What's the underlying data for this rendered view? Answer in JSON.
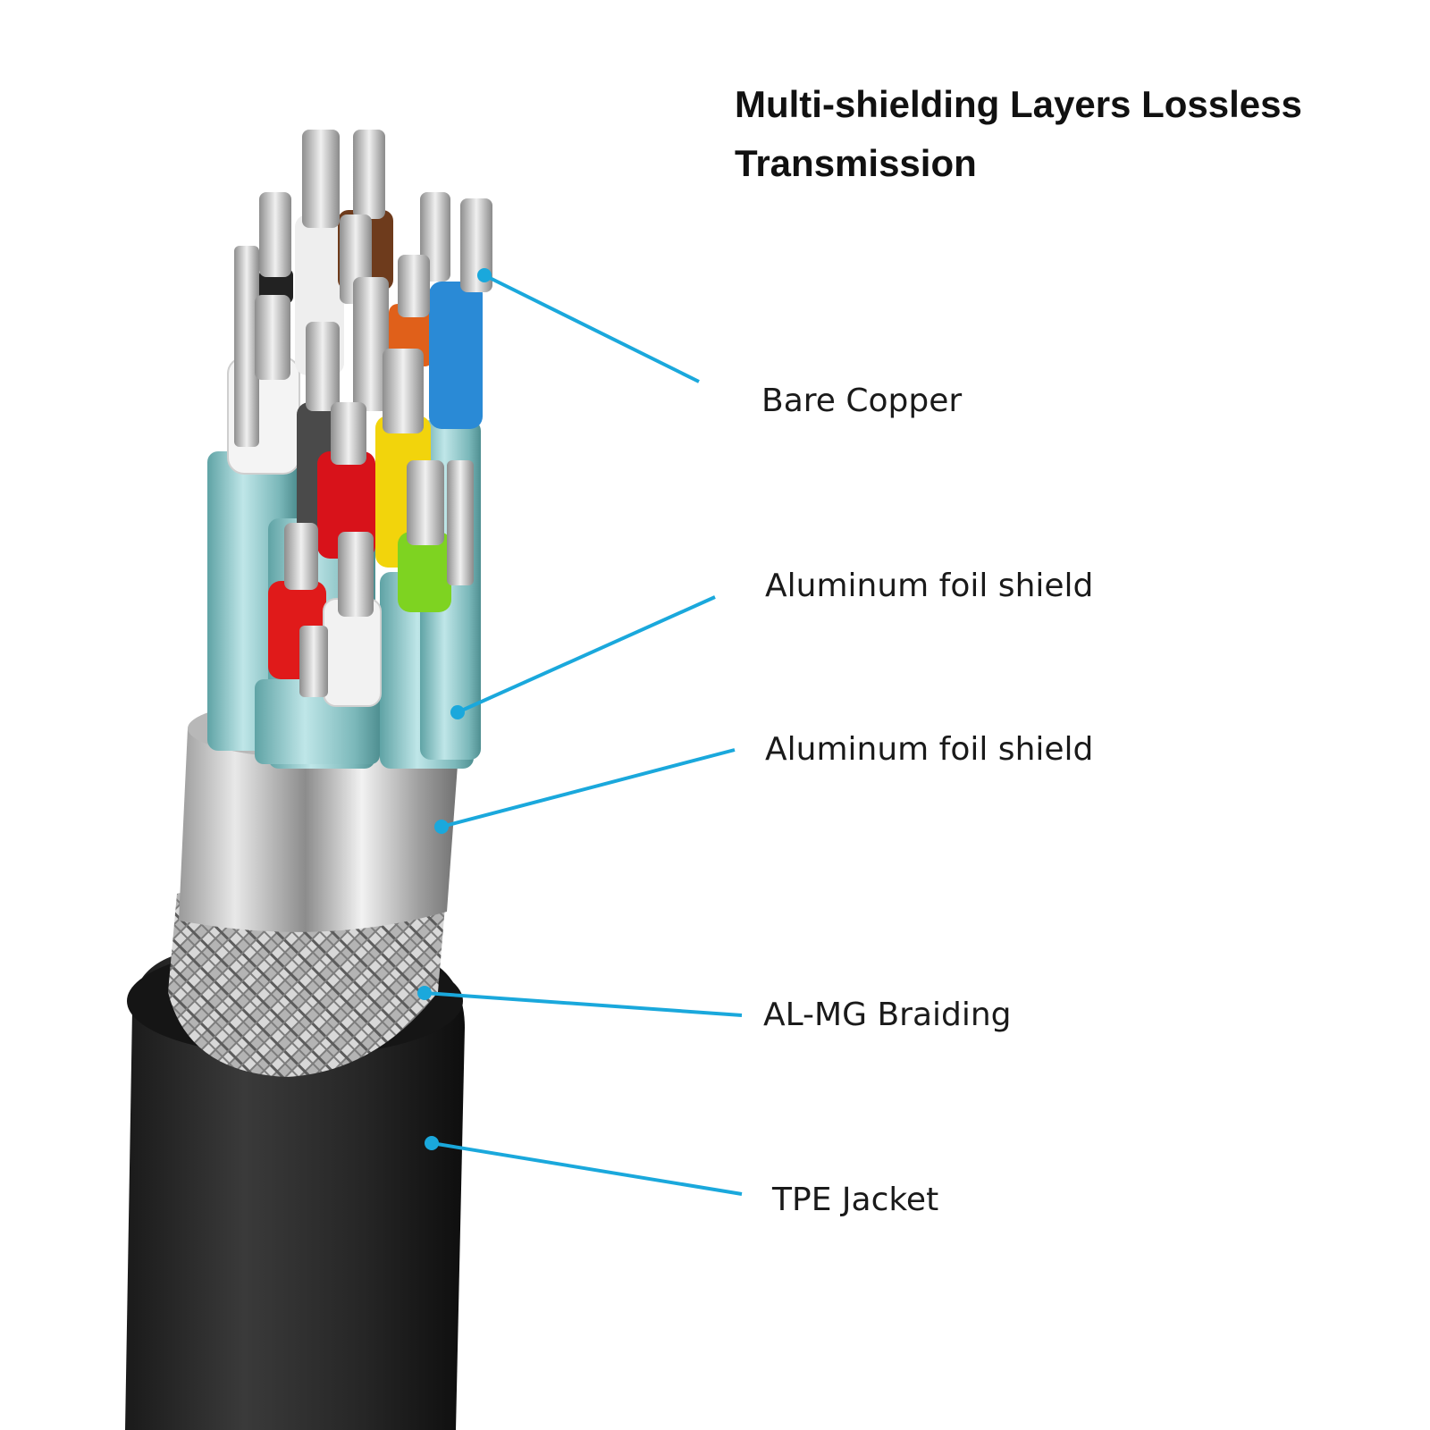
{
  "title": "Multi-shielding Layers Lossless Transmission",
  "accent_color": "#1aa8dc",
  "labels": {
    "bare_copper": "Bare Copper",
    "aluminum_foil_inner": "Aluminum foil shield",
    "aluminum_foil_outer": "Aluminum foil shield",
    "braiding": "AL-MG Braiding",
    "jacket": "TPE Jacket"
  }
}
